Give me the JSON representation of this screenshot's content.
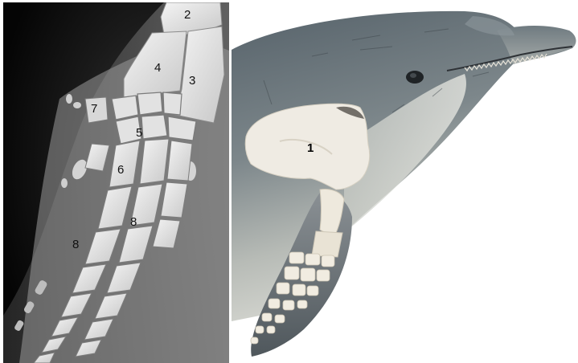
{
  "xray_labels": [
    {
      "id": "xray-label-2",
      "text": "2"
    },
    {
      "id": "xray-label-4",
      "text": "4"
    },
    {
      "id": "xray-label-3",
      "text": "3"
    },
    {
      "id": "xray-label-7",
      "text": "7"
    },
    {
      "id": "xray-label-5",
      "text": "5"
    },
    {
      "id": "xray-label-6",
      "text": "6"
    },
    {
      "id": "xray-label-8a",
      "text": "8"
    },
    {
      "id": "xray-label-8b",
      "text": "8"
    }
  ],
  "photo_labels": [
    {
      "id": "photo-label-1",
      "text": "1"
    }
  ],
  "colors": {
    "xray_background": "#0a0a0a",
    "bone": "#e6e6e6",
    "dolphin_skin_dark": "#5d6970",
    "dolphin_skin_light": "#c9ccc6",
    "bone_photo": "#efeae0",
    "background": "#ffffff"
  }
}
